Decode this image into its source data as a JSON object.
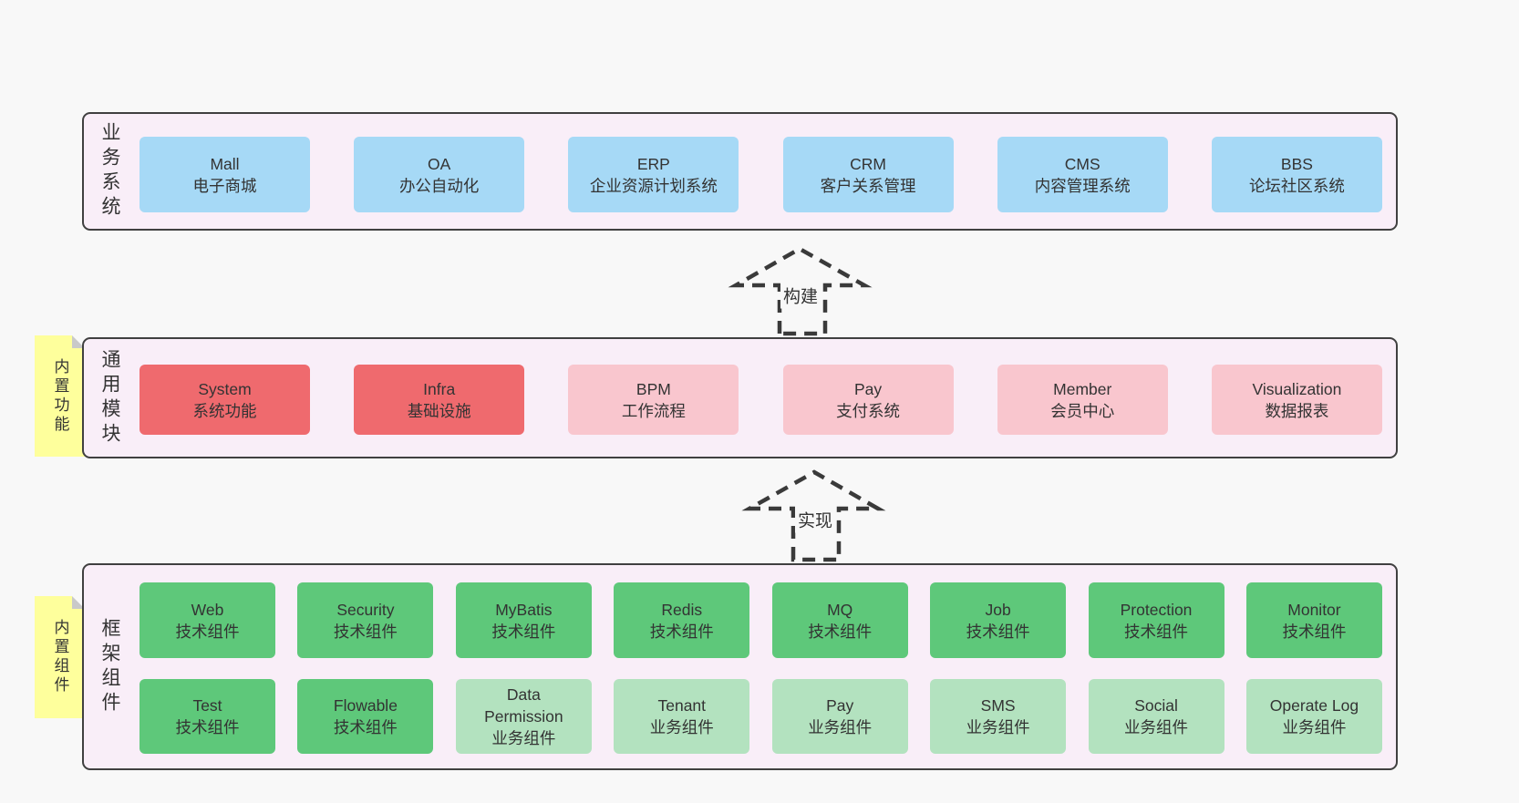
{
  "colors": {
    "page_bg": "#f8f8f8",
    "panel_bg": "#f9eef8",
    "panel_border": "#404040",
    "blue_box": "#a6d9f6",
    "red_box": "#ef6a6e",
    "pink_box": "#f9c6ce",
    "green_box": "#5ec87a",
    "light_green_box": "#b3e2bf",
    "note_yellow": "#feff9c",
    "note_fold_gray": "#c9c9c9",
    "text": "#333333"
  },
  "arrows": [
    {
      "label": "构建"
    },
    {
      "label": "实现"
    }
  ],
  "notes": [
    {
      "label": "内置功能"
    },
    {
      "label": "内置组件"
    }
  ],
  "sections": [
    {
      "label": "业务系统",
      "boxes": [
        {
          "title": "Mall",
          "subtitle": "电子商城"
        },
        {
          "title": "OA",
          "subtitle": "办公自动化"
        },
        {
          "title": "ERP",
          "subtitle": "企业资源计划系统"
        },
        {
          "title": "CRM",
          "subtitle": "客户关系管理"
        },
        {
          "title": "CMS",
          "subtitle": "内容管理系统"
        },
        {
          "title": "BBS",
          "subtitle": "论坛社区系统"
        }
      ]
    },
    {
      "label": "通用模块",
      "boxes": [
        {
          "title": "System",
          "subtitle": "系统功能"
        },
        {
          "title": "Infra",
          "subtitle": "基础设施"
        },
        {
          "title": "BPM",
          "subtitle": "工作流程"
        },
        {
          "title": "Pay",
          "subtitle": "支付系统"
        },
        {
          "title": "Member",
          "subtitle": "会员中心"
        },
        {
          "title": "Visualization",
          "subtitle": "数据报表"
        }
      ]
    },
    {
      "label": "框架组件",
      "rows": [
        [
          {
            "title": "Web",
            "subtitle": "技术组件"
          },
          {
            "title": "Security",
            "subtitle": "技术组件"
          },
          {
            "title": "MyBatis",
            "subtitle": "技术组件"
          },
          {
            "title": "Redis",
            "subtitle": "技术组件"
          },
          {
            "title": "MQ",
            "subtitle": "技术组件"
          },
          {
            "title": "Job",
            "subtitle": "技术组件"
          },
          {
            "title": "Protection",
            "subtitle": "技术组件"
          },
          {
            "title": "Monitor",
            "subtitle": "技术组件"
          }
        ],
        [
          {
            "title": "Test",
            "subtitle": "技术组件"
          },
          {
            "title": "Flowable",
            "subtitle": "技术组件"
          },
          {
            "title": "Data Permission",
            "subtitle": "业务组件"
          },
          {
            "title": "Tenant",
            "subtitle": "业务组件"
          },
          {
            "title": "Pay",
            "subtitle": "业务组件"
          },
          {
            "title": "SMS",
            "subtitle": "业务组件"
          },
          {
            "title": "Social",
            "subtitle": "业务组件"
          },
          {
            "title": "Operate Log",
            "subtitle": "业务组件"
          }
        ]
      ]
    }
  ]
}
